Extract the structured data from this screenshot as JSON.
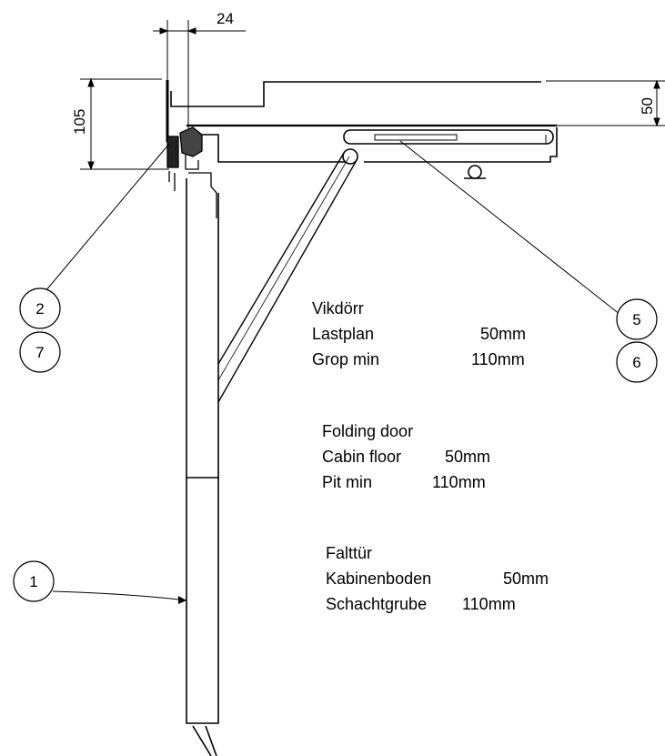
{
  "dimensions": {
    "top_width": "24",
    "left_height": "105",
    "right_height": "50"
  },
  "callouts": [
    "2",
    "7",
    "5",
    "6",
    "1"
  ],
  "specs": [
    {
      "title": "Vikdörr",
      "rows": [
        {
          "label": "Lastplan",
          "value": "50mm"
        },
        {
          "label": "Grop min",
          "value": "110mm"
        }
      ]
    },
    {
      "title": "Folding door",
      "rows": [
        {
          "label": "Cabin floor",
          "value": "50mm"
        },
        {
          "label": "Pit min",
          "value": "110mm"
        }
      ]
    },
    {
      "title": "Falttür",
      "rows": [
        {
          "label": "Kabinenboden",
          "value": "50mm"
        },
        {
          "label": "Schachtgrube",
          "value": "110mm"
        }
      ]
    }
  ]
}
